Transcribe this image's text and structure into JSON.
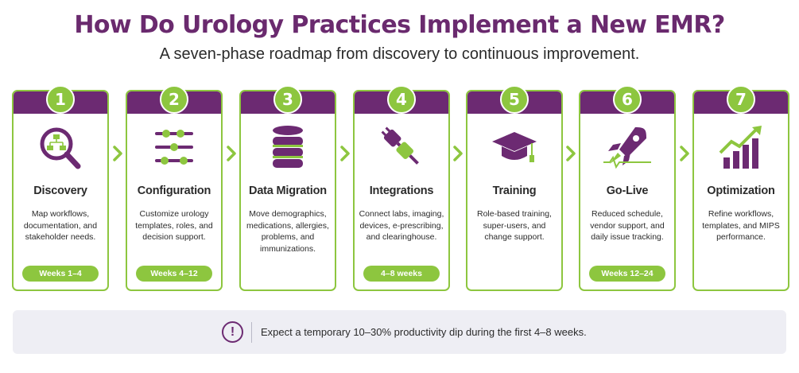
{
  "title": "How Do Urology Practices Implement a New EMR?",
  "subtitle": "A seven-phase roadmap from discovery to continuous improvement.",
  "colors": {
    "purple": "#6c2a72",
    "green": "#8dc63f",
    "text": "#2b2b2b",
    "note_bg": "#eeeef4"
  },
  "phases": [
    {
      "number": "1",
      "name": "Discovery",
      "icon": "workflow-magnifier-icon",
      "desc": "Map workflows, documentation, and stakeholder needs.",
      "timeline": "Weeks 1–4"
    },
    {
      "number": "2",
      "name": "Configuration",
      "icon": "sliders-icon",
      "desc": "Customize urology templates, roles, and decision support.",
      "timeline": "Weeks 4–12"
    },
    {
      "number": "3",
      "name": "Data Migration",
      "icon": "database-icon",
      "desc": "Move demographics, medications, allergies, problems, and immunizations.",
      "timeline": ""
    },
    {
      "number": "4",
      "name": "Integrations",
      "icon": "plug-icon",
      "desc": "Connect labs, imaging, devices, e-prescribing, and clearinghouse.",
      "timeline": "4–8 weeks"
    },
    {
      "number": "5",
      "name": "Training",
      "icon": "graduation-cap-icon",
      "desc": "Role-based training, super-users, and change support.",
      "timeline": ""
    },
    {
      "number": "6",
      "name": "Go-Live",
      "icon": "rocket-icon",
      "desc": "Reduced schedule, vendor support, and daily issue tracking.",
      "timeline": "Weeks 12–24"
    },
    {
      "number": "7",
      "name": "Optimization",
      "icon": "growth-chart-icon",
      "desc": "Refine workflows, templates, and MIPS performance.",
      "timeline": ""
    }
  ],
  "note": {
    "icon_glyph": "!",
    "icon": "exclamation-circle-icon",
    "text": "Expect a temporary 10–30% productivity dip during the first 4–8 weeks."
  }
}
